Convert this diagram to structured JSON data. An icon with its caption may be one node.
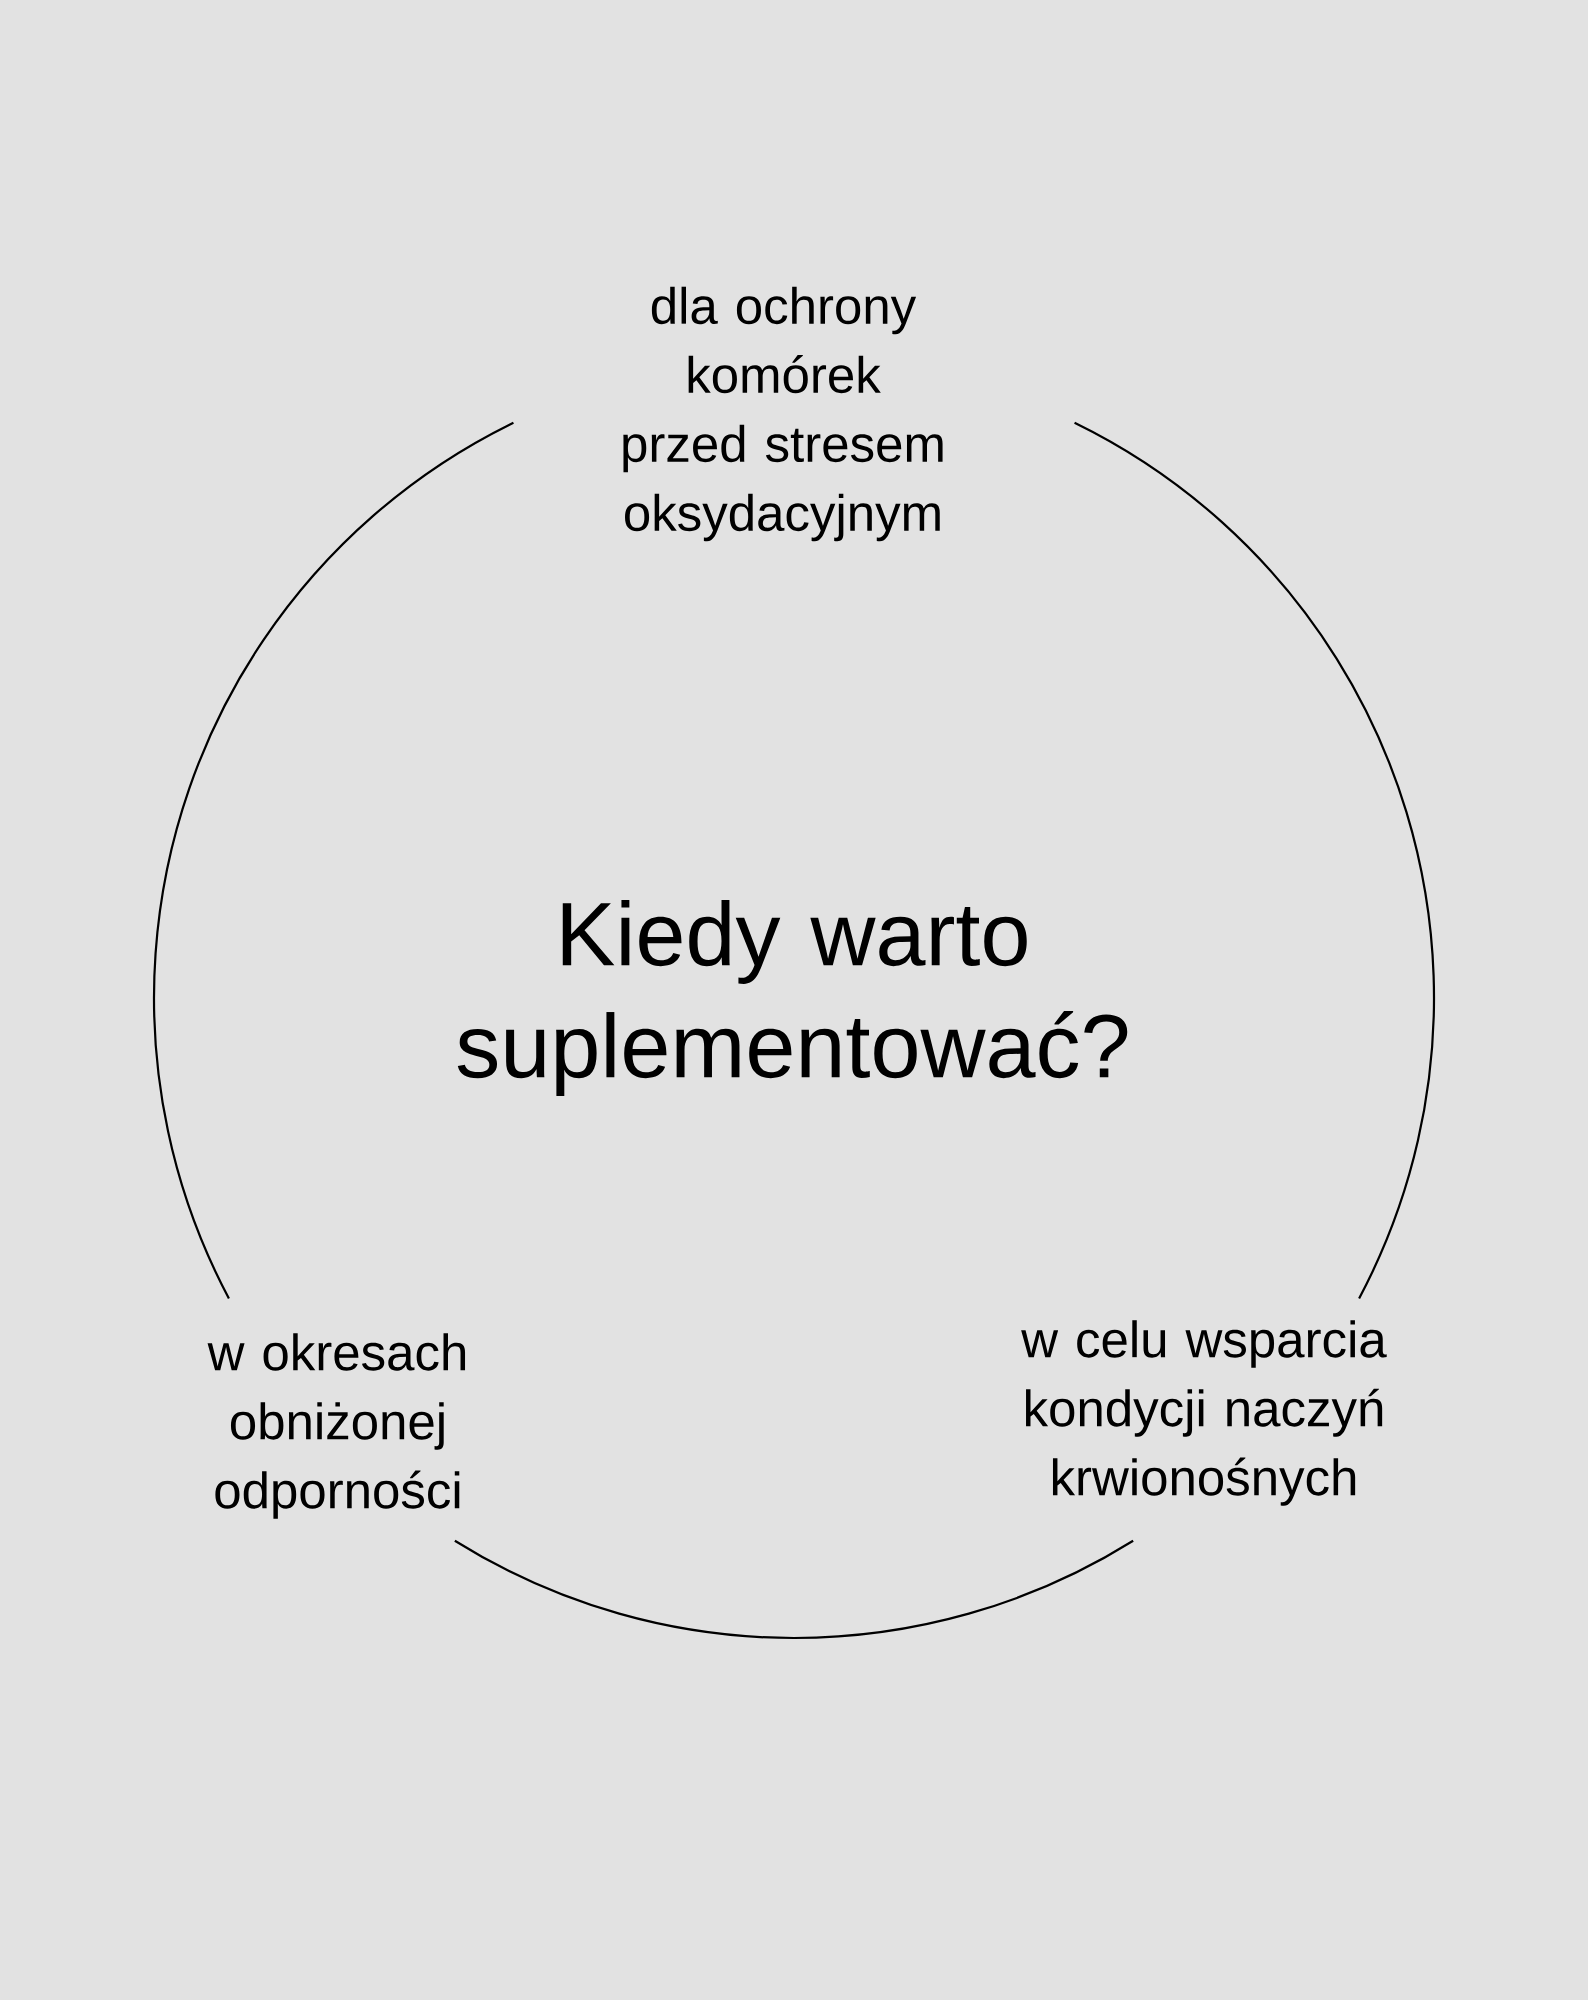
{
  "diagram": {
    "title": "Kiedy warto suplementować?",
    "nodes": [
      {
        "text": [
          "dla ochrony komórek przed stresem oksydacyjnym"
        ]
      },
      {
        "text": [
          "w okresach obniżonej odporności"
        ]
      },
      {
        "text": [
          "w celu wsparcia kondycji naczyń krwionośnych"
        ]
      }
    ],
    "edges": [
      {
        "from": 0,
        "to": 1,
        "arrow": "none"
      },
      {
        "from": 1,
        "to": 2,
        "arrow": "none"
      },
      {
        "from": 2,
        "to": 0,
        "arrow": "none"
      }
    ]
  }
}
